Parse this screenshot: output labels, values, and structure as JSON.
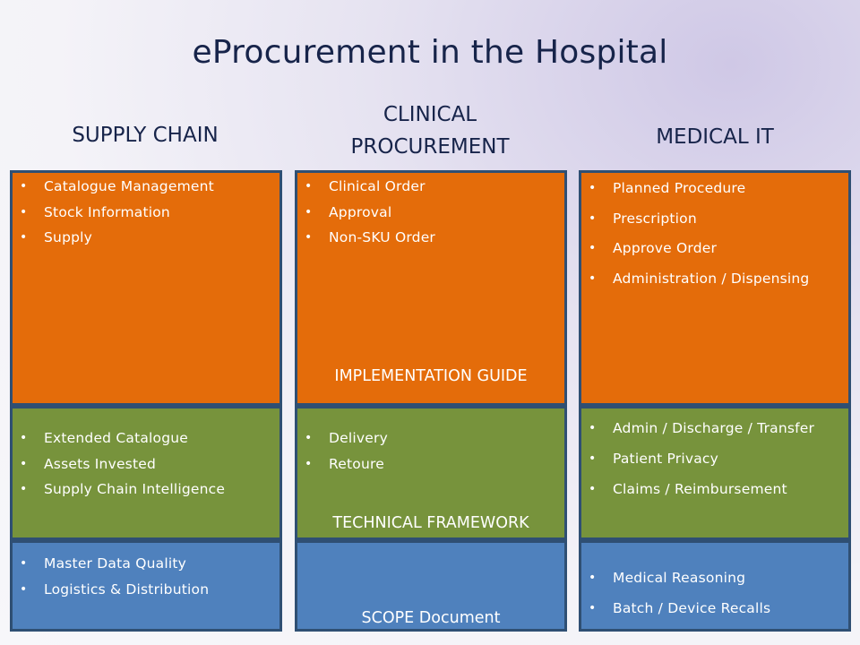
{
  "title": "eProcurement in the Hospital",
  "columns": {
    "supply_chain": "SUPPLY CHAIN",
    "clinical_procurement_line1": "CLINICAL",
    "clinical_procurement_line2": "PROCUREMENT",
    "medical_it": "MEDICAL IT"
  },
  "rows": {
    "implementation_guide": {
      "label": "IMPLEMENTATION GUIDE",
      "color": "#e46c0a",
      "supply_chain": [
        "Catalogue Management",
        "Stock Information",
        "Supply"
      ],
      "clinical_procurement": [
        "Clinical Order",
        "Approval",
        "Non-SKU Order"
      ],
      "medical_it": [
        "Planned Procedure",
        "Prescription",
        "Approve Order",
        "Administration / Dispensing"
      ]
    },
    "technical_framework": {
      "label": "TECHNICAL FRAMEWORK",
      "color": "#77933c",
      "supply_chain": [
        "Extended Catalogue",
        "Assets Invested",
        "Supply Chain Intelligence"
      ],
      "clinical_procurement": [
        "Delivery",
        "Retoure"
      ],
      "medical_it": [
        "Admin / Discharge / Transfer",
        "Patient Privacy",
        "Claims / Reimbursement"
      ]
    },
    "scope_document": {
      "label": "SCOPE Document",
      "color": "#4f81bd",
      "supply_chain": [
        "Master Data Quality",
        "Logistics & Distribution"
      ],
      "clinical_procurement": [],
      "medical_it": [
        "Medical Reasoning",
        "Batch / Device Recalls"
      ]
    }
  }
}
